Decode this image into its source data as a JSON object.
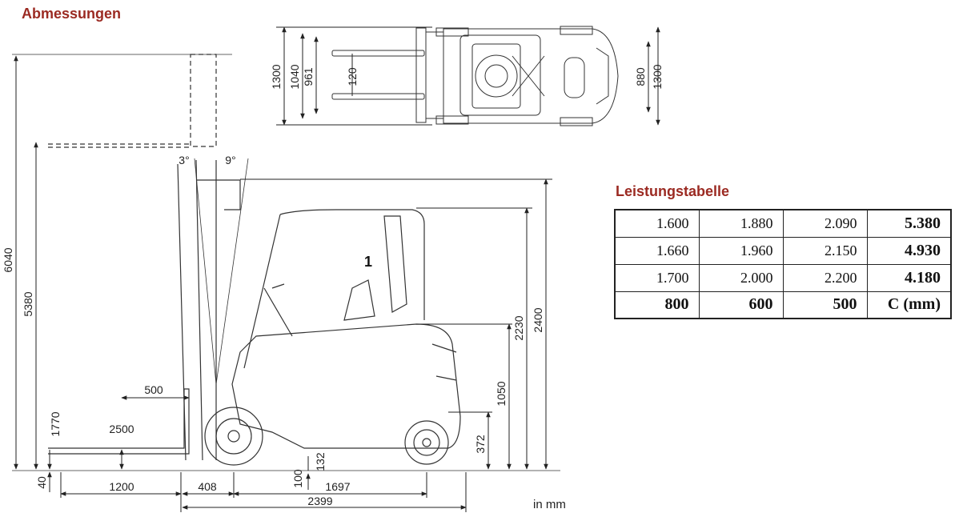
{
  "headings": {
    "dimensions": "Abmessungen",
    "performance": "Leistungstabelle"
  },
  "unit_note": "in mm",
  "top_view": {
    "dims_left": [
      "1300",
      "1040",
      "961",
      "120"
    ],
    "dims_right": [
      "880",
      "1300"
    ]
  },
  "side_view": {
    "angles": [
      "3°",
      "9°"
    ],
    "label_1": "1",
    "vertical_dims": [
      "6040",
      "5380",
      "1770",
      "40",
      "2230",
      "2400",
      "1050",
      "372",
      "132",
      "100"
    ],
    "horizontal_dims": [
      "500",
      "2500",
      "1200",
      "408",
      "1697",
      "2399"
    ]
  },
  "table": {
    "rows": [
      [
        "1.600",
        "1.880",
        "2.090",
        "5.380"
      ],
      [
        "1.660",
        "1.960",
        "2.150",
        "4.930"
      ],
      [
        "1.700",
        "2.000",
        "2.200",
        "4.180"
      ],
      [
        "800",
        "600",
        "500",
        "C (mm)"
      ]
    ]
  }
}
